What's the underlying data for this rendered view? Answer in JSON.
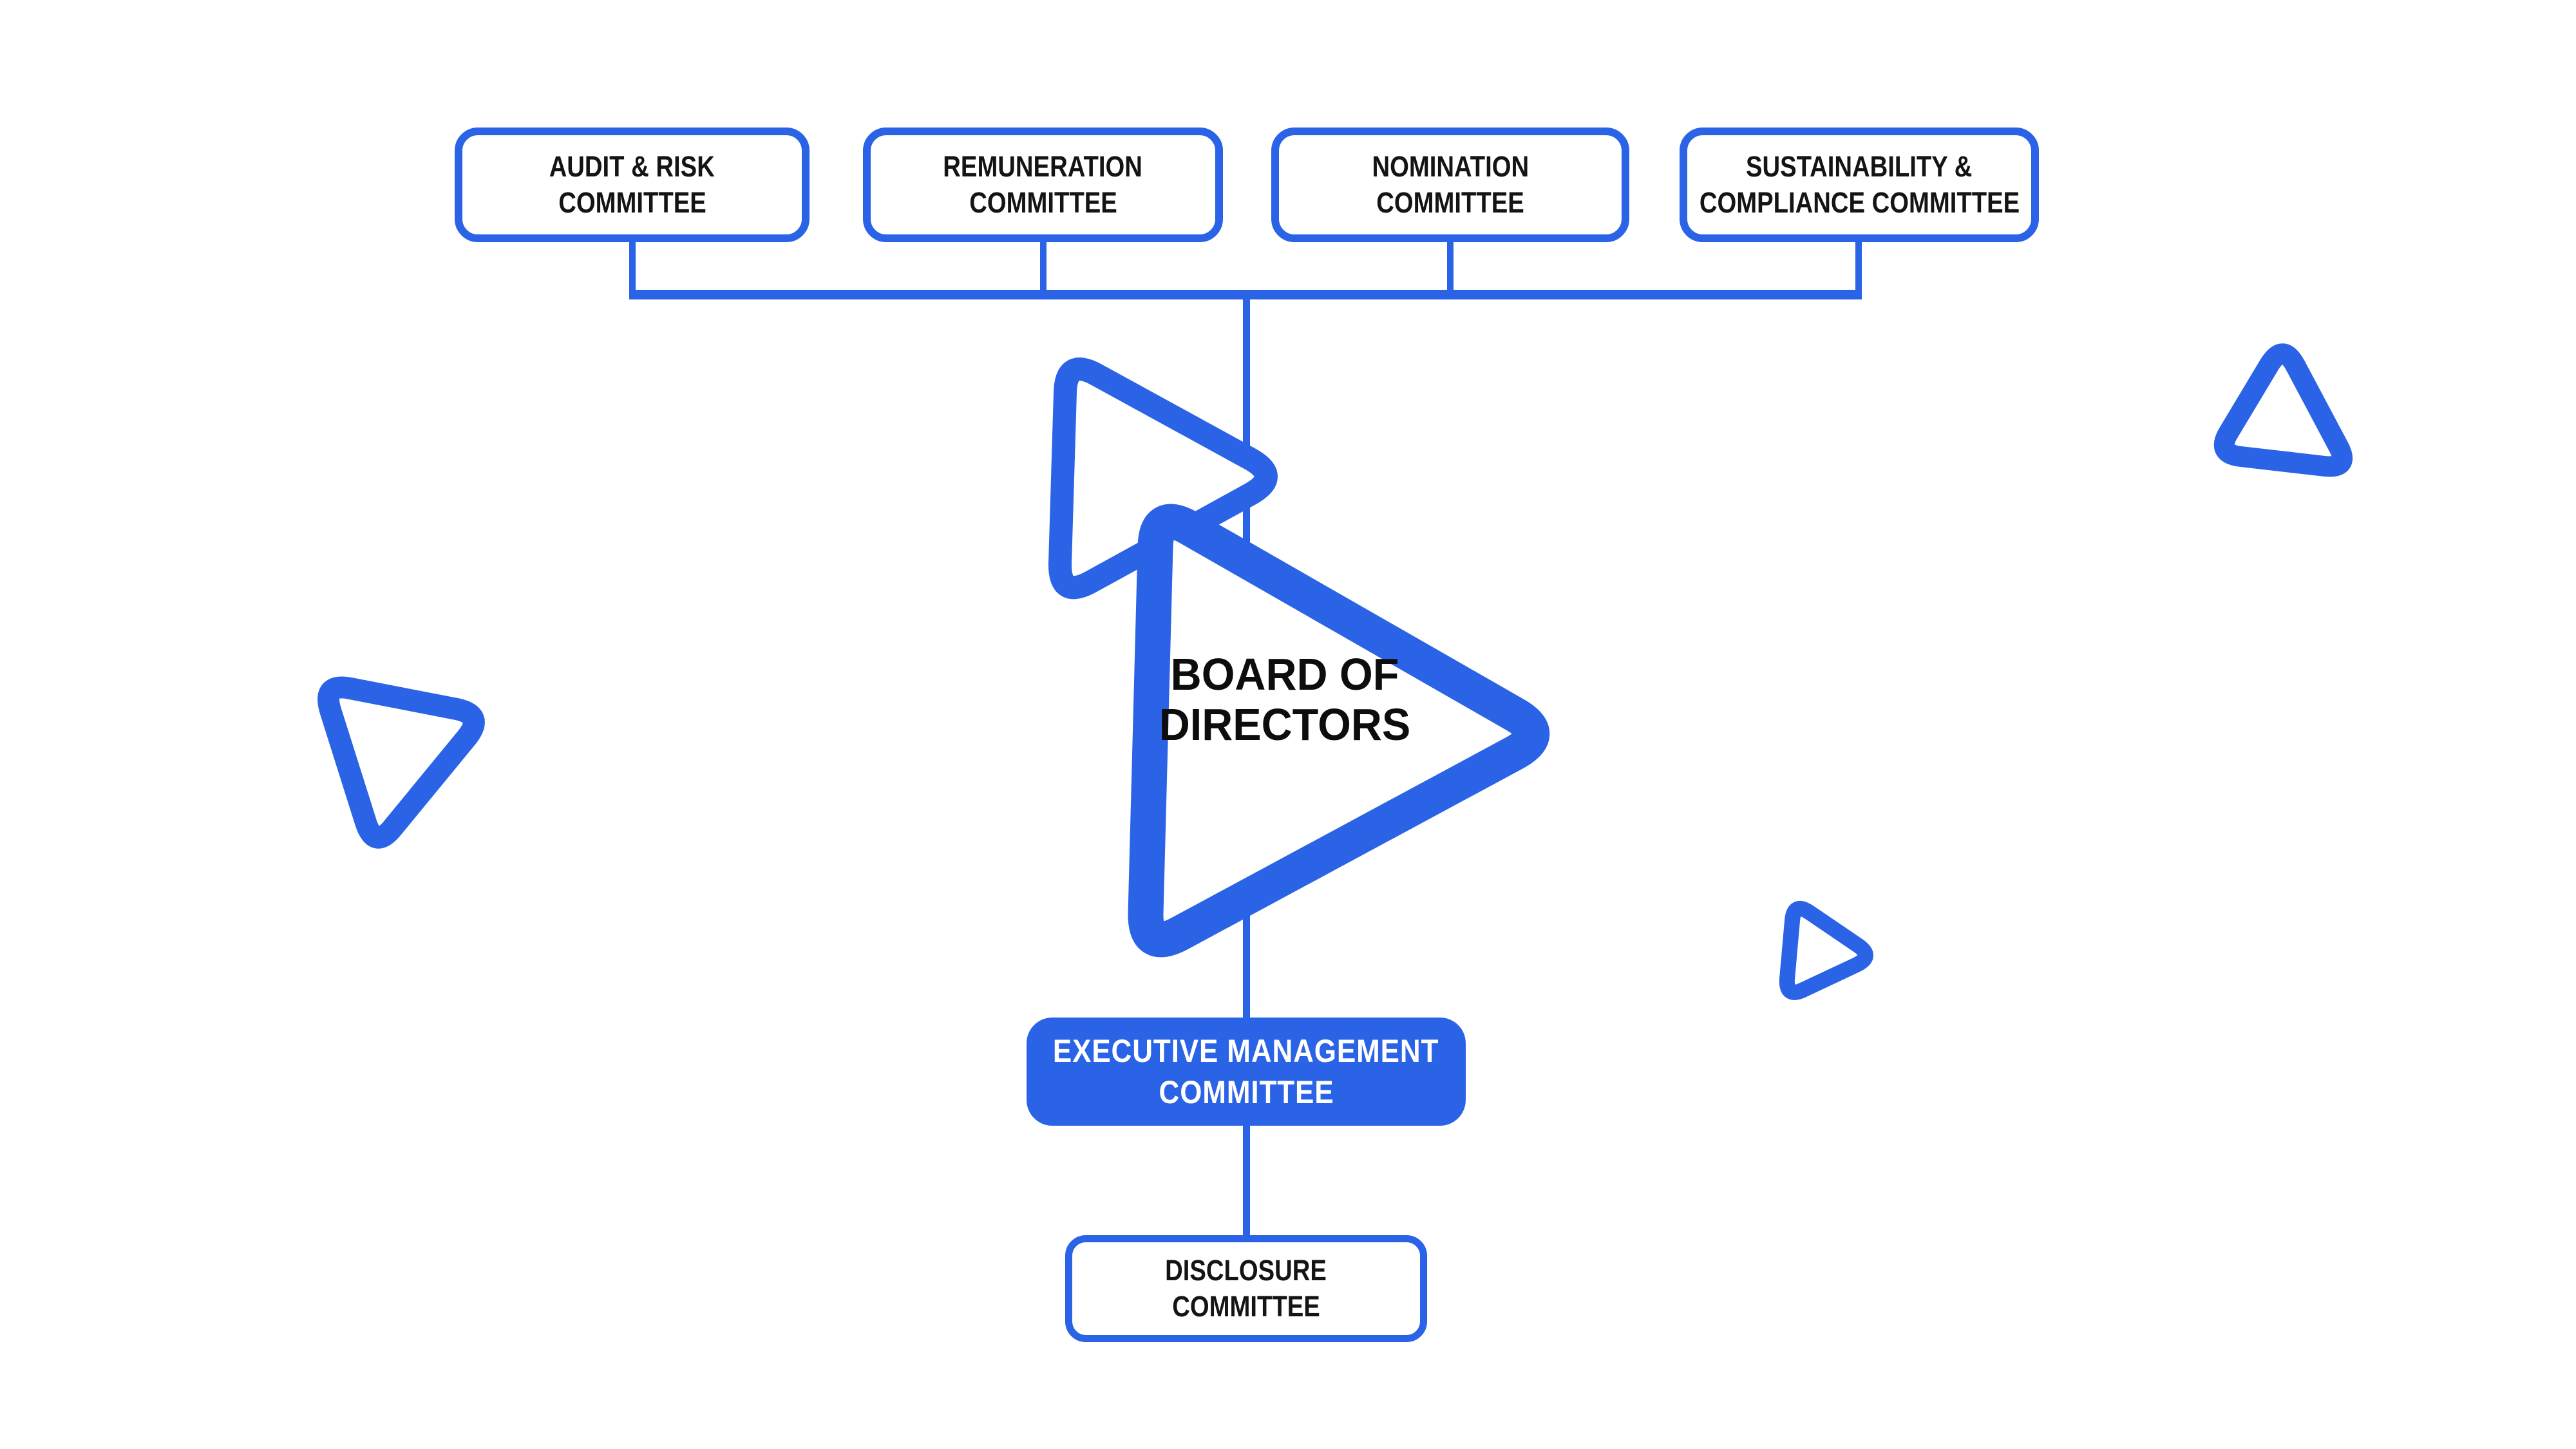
{
  "colors": {
    "accent": "#2A63E6",
    "text": "#141414",
    "background": "#FFFFFF",
    "executive_text": "#FFFFFF"
  },
  "diagram": {
    "type": "governance-org-chart",
    "committees": [
      {
        "id": "audit-risk",
        "line1": "AUDIT & RISK",
        "line2": "COMMITTEE"
      },
      {
        "id": "remuneration",
        "line1": "REMUNERATION",
        "line2": "COMMITTEE"
      },
      {
        "id": "nomination",
        "line1": "NOMINATION",
        "line2": "COMMITTEE"
      },
      {
        "id": "sustainability-compliance",
        "line1": "SUSTAINABILITY &",
        "line2": "COMPLIANCE COMMITTEE"
      }
    ],
    "board": {
      "line1": "BOARD OF",
      "line2": "DIRECTORS"
    },
    "executive_management": {
      "line1": "EXECUTIVE MANAGEMENT",
      "line2": "COMMITTEE"
    },
    "disclosure": {
      "line1": "DISCLOSURE",
      "line2": "COMMITTEE"
    }
  }
}
